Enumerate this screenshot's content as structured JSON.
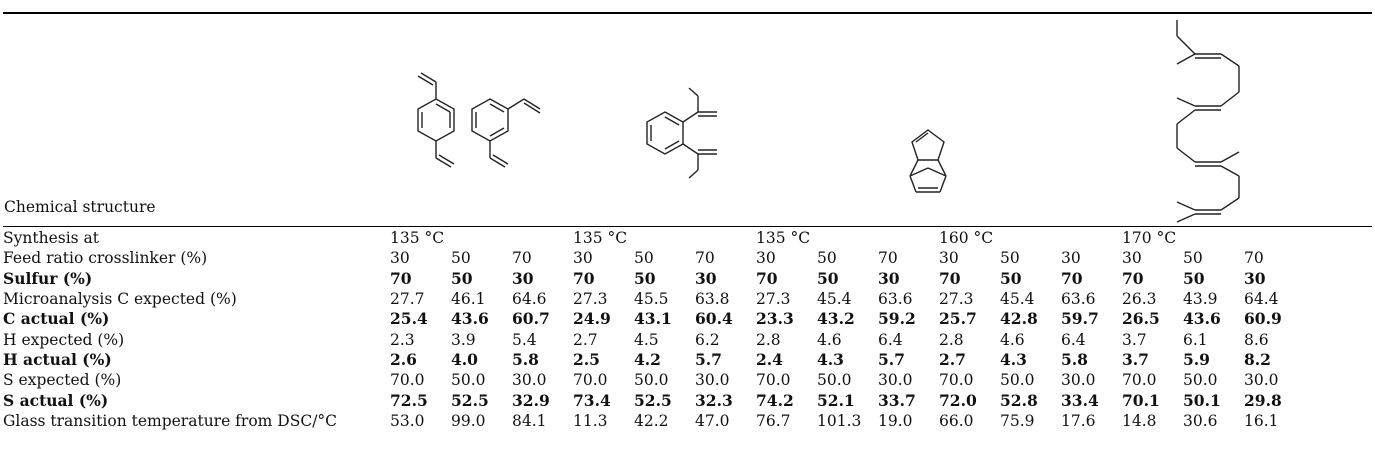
{
  "header": {
    "structure_label": "Chemical structure",
    "structure_icons": [
      "divinylbenzene-structure-icon",
      "diisopropenylbenzene-structure-icon",
      "dicyclopentadiene-structure-icon",
      "farnesene-polyene-structure-icon"
    ]
  },
  "synthesis": {
    "label": "Synthesis at",
    "temps": [
      "135 °C",
      "135 °C",
      "135 °C",
      "160 °C",
      "170 °C"
    ]
  },
  "rows": [
    {
      "label": "Feed ratio crosslinker (%)",
      "bold": false,
      "values": [
        "30",
        "50",
        "70",
        "30",
        "50",
        "70",
        "30",
        "50",
        "70",
        "30",
        "50",
        "30",
        "30",
        "50",
        "70"
      ]
    },
    {
      "label": "Sulfur (%)",
      "bold": true,
      "values": [
        "70",
        "50",
        "30",
        "70",
        "50",
        "30",
        "70",
        "50",
        "30",
        "70",
        "50",
        "70",
        "70",
        "50",
        "30"
      ]
    },
    {
      "label": "Microanalysis C expected (%)",
      "bold": false,
      "values": [
        "27.7",
        "46.1",
        "64.6",
        "27.3",
        "45.5",
        "63.8",
        "27.3",
        "45.4",
        "63.6",
        "27.3",
        "45.4",
        "63.6",
        "26.3",
        "43.9",
        "64.4"
      ]
    },
    {
      "label": "C actual (%)",
      "bold": true,
      "values": [
        "25.4",
        "43.6",
        "60.7",
        "24.9",
        "43.1",
        "60.4",
        "23.3",
        "43.2",
        "59.2",
        "25.7",
        "42.8",
        "59.7",
        "26.5",
        "43.6",
        "60.9"
      ]
    },
    {
      "label": "H expected (%)",
      "bold": false,
      "values": [
        "2.3",
        "3.9",
        "5.4",
        "2.7",
        "4.5",
        "6.2",
        "2.8",
        "4.6",
        "6.4",
        "2.8",
        "4.6",
        "6.4",
        "3.7",
        "6.1",
        "8.6"
      ]
    },
    {
      "label": "H actual (%)",
      "bold": true,
      "values": [
        "2.6",
        "4.0",
        "5.8",
        "2.5",
        "4.2",
        "5.7",
        "2.4",
        "4.3",
        "5.7",
        "2.7",
        "4.3",
        "5.8",
        "3.7",
        "5.9",
        "8.2"
      ]
    },
    {
      "label": "S expected (%)",
      "bold": false,
      "values": [
        "70.0",
        "50.0",
        "30.0",
        "70.0",
        "50.0",
        "30.0",
        "70.0",
        "50.0",
        "30.0",
        "70.0",
        "50.0",
        "30.0",
        "70.0",
        "50.0",
        "30.0"
      ]
    },
    {
      "label": "S actual (%)",
      "bold": true,
      "values": [
        "72.5",
        "52.5",
        "32.9",
        "73.4",
        "52.5",
        "32.3",
        "74.2",
        "52.1",
        "33.7",
        "72.0",
        "52.8",
        "33.4",
        "70.1",
        "50.1",
        "29.8"
      ]
    },
    {
      "label": "Glass transition temperature from DSC/°C",
      "bold": false,
      "values": [
        "53.0",
        "99.0",
        "84.1",
        "11.3",
        "42.2",
        "47.0",
        "76.7",
        "101.3",
        "19.0",
        "66.0",
        "75.9",
        "17.6",
        "14.8",
        "30.6",
        "16.1"
      ]
    }
  ]
}
